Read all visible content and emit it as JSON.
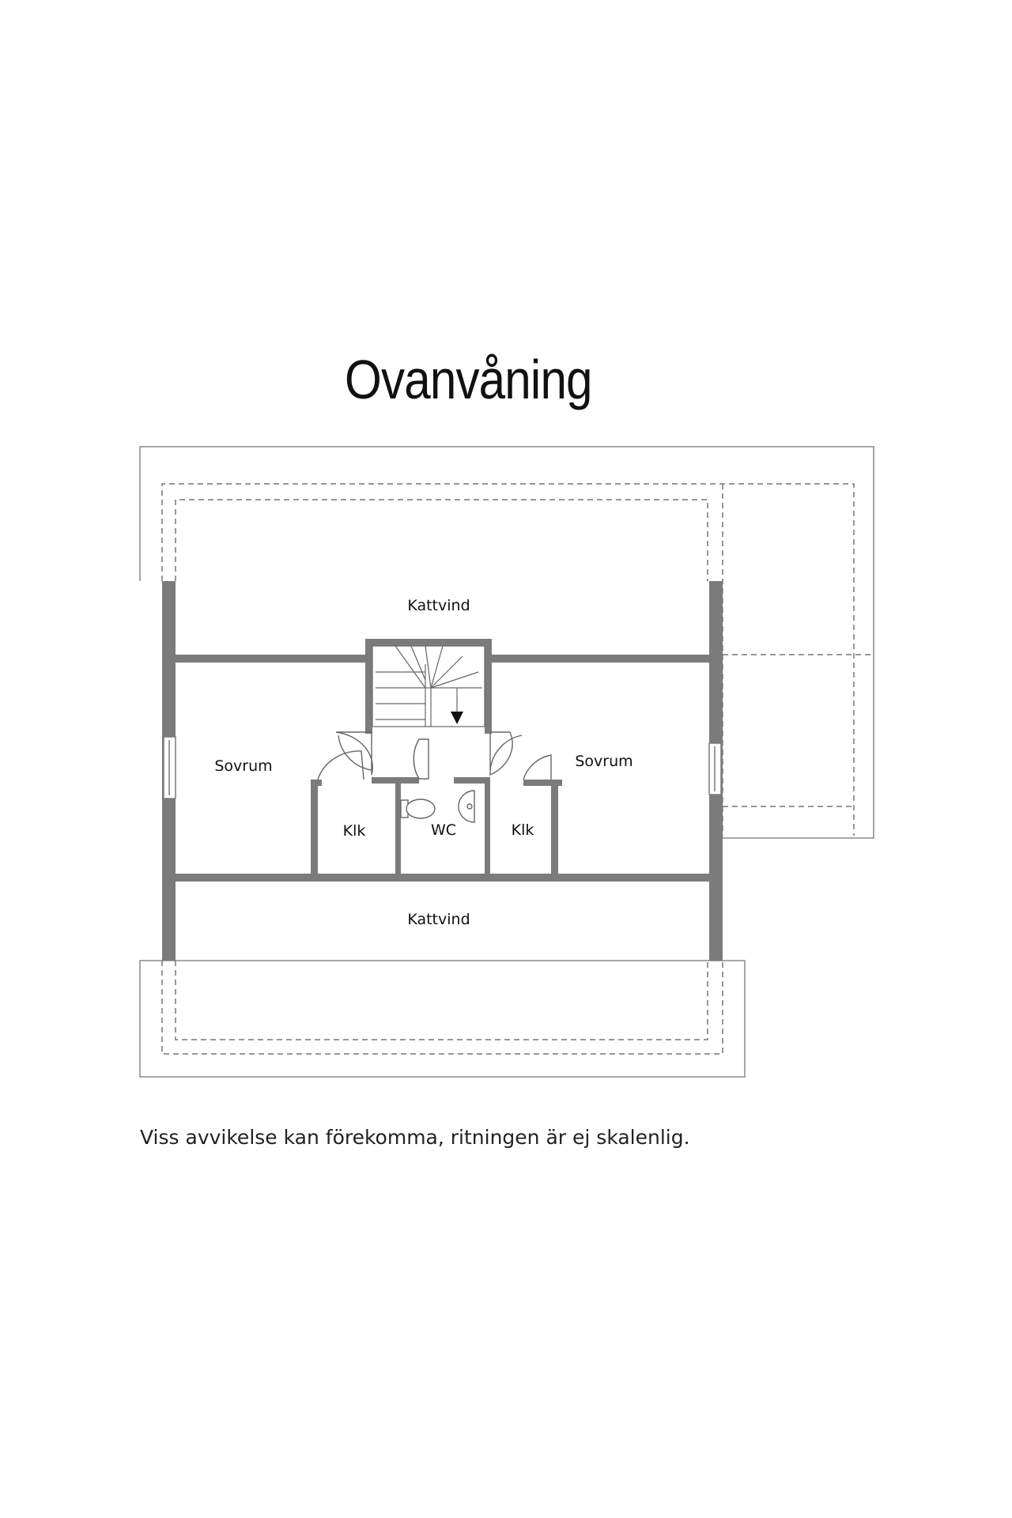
{
  "title": "Ovanvåning",
  "rooms": {
    "attic_top": "Kattvind",
    "bedroom_left": "Sovrum",
    "bedroom_right": "Sovrum",
    "closet_left": "Klk",
    "wc": "WC",
    "closet_right": "Klk",
    "attic_bottom": "Kattvind"
  },
  "disclaimer": "Viss avvikelse kan förekomma, ritningen är ej skalenlig.",
  "colors": {
    "wall": "#7b7b7b",
    "line": "#666666",
    "dash": "#777777"
  },
  "icons": [
    "stair-arrow-icon",
    "toilet-icon",
    "sink-icon",
    "door-swing-icon",
    "window-icon"
  ]
}
